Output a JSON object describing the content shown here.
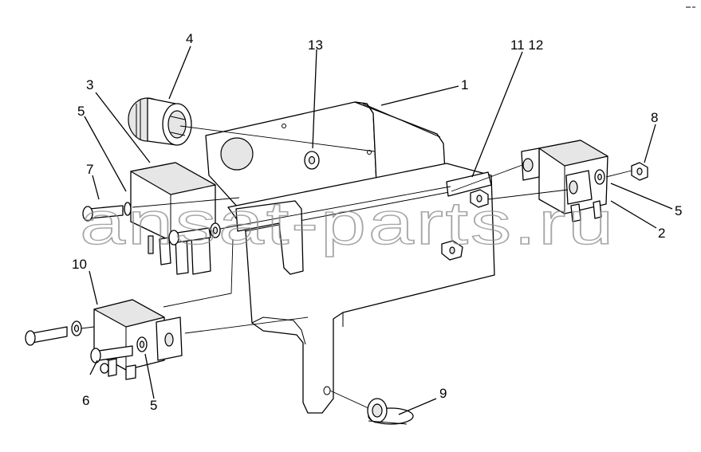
{
  "diagram": {
    "callouts": [
      {
        "id": "c1",
        "text": "1"
      },
      {
        "id": "c2",
        "text": "2"
      },
      {
        "id": "c3",
        "text": "3"
      },
      {
        "id": "c4",
        "text": "4"
      },
      {
        "id": "c5a",
        "text": "5"
      },
      {
        "id": "c5b",
        "text": "5"
      },
      {
        "id": "c5c",
        "text": "5"
      },
      {
        "id": "c6",
        "text": "6"
      },
      {
        "id": "c7",
        "text": "7"
      },
      {
        "id": "c8",
        "text": "8"
      },
      {
        "id": "c9",
        "text": "9"
      },
      {
        "id": "c10",
        "text": "10"
      },
      {
        "id": "c11_12",
        "text": "11 12"
      },
      {
        "id": "c13",
        "text": "13"
      }
    ],
    "watermark": "ansat-parts.ru"
  }
}
